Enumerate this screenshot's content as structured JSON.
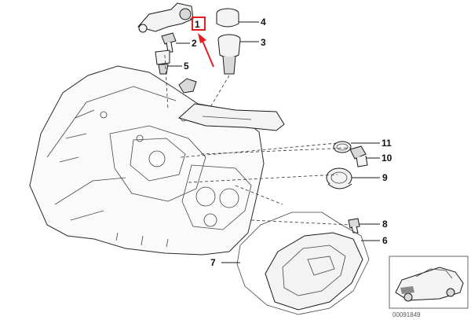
{
  "callouts": [
    "1",
    "2",
    "3",
    "4",
    "5",
    "6",
    "7",
    "8",
    "9",
    "10",
    "11"
  ],
  "highlighted_callout": "1",
  "reference_code": "00091849",
  "colors": {
    "highlight": "#e02020",
    "line": "#1a1a1a",
    "background": "#ffffff"
  }
}
